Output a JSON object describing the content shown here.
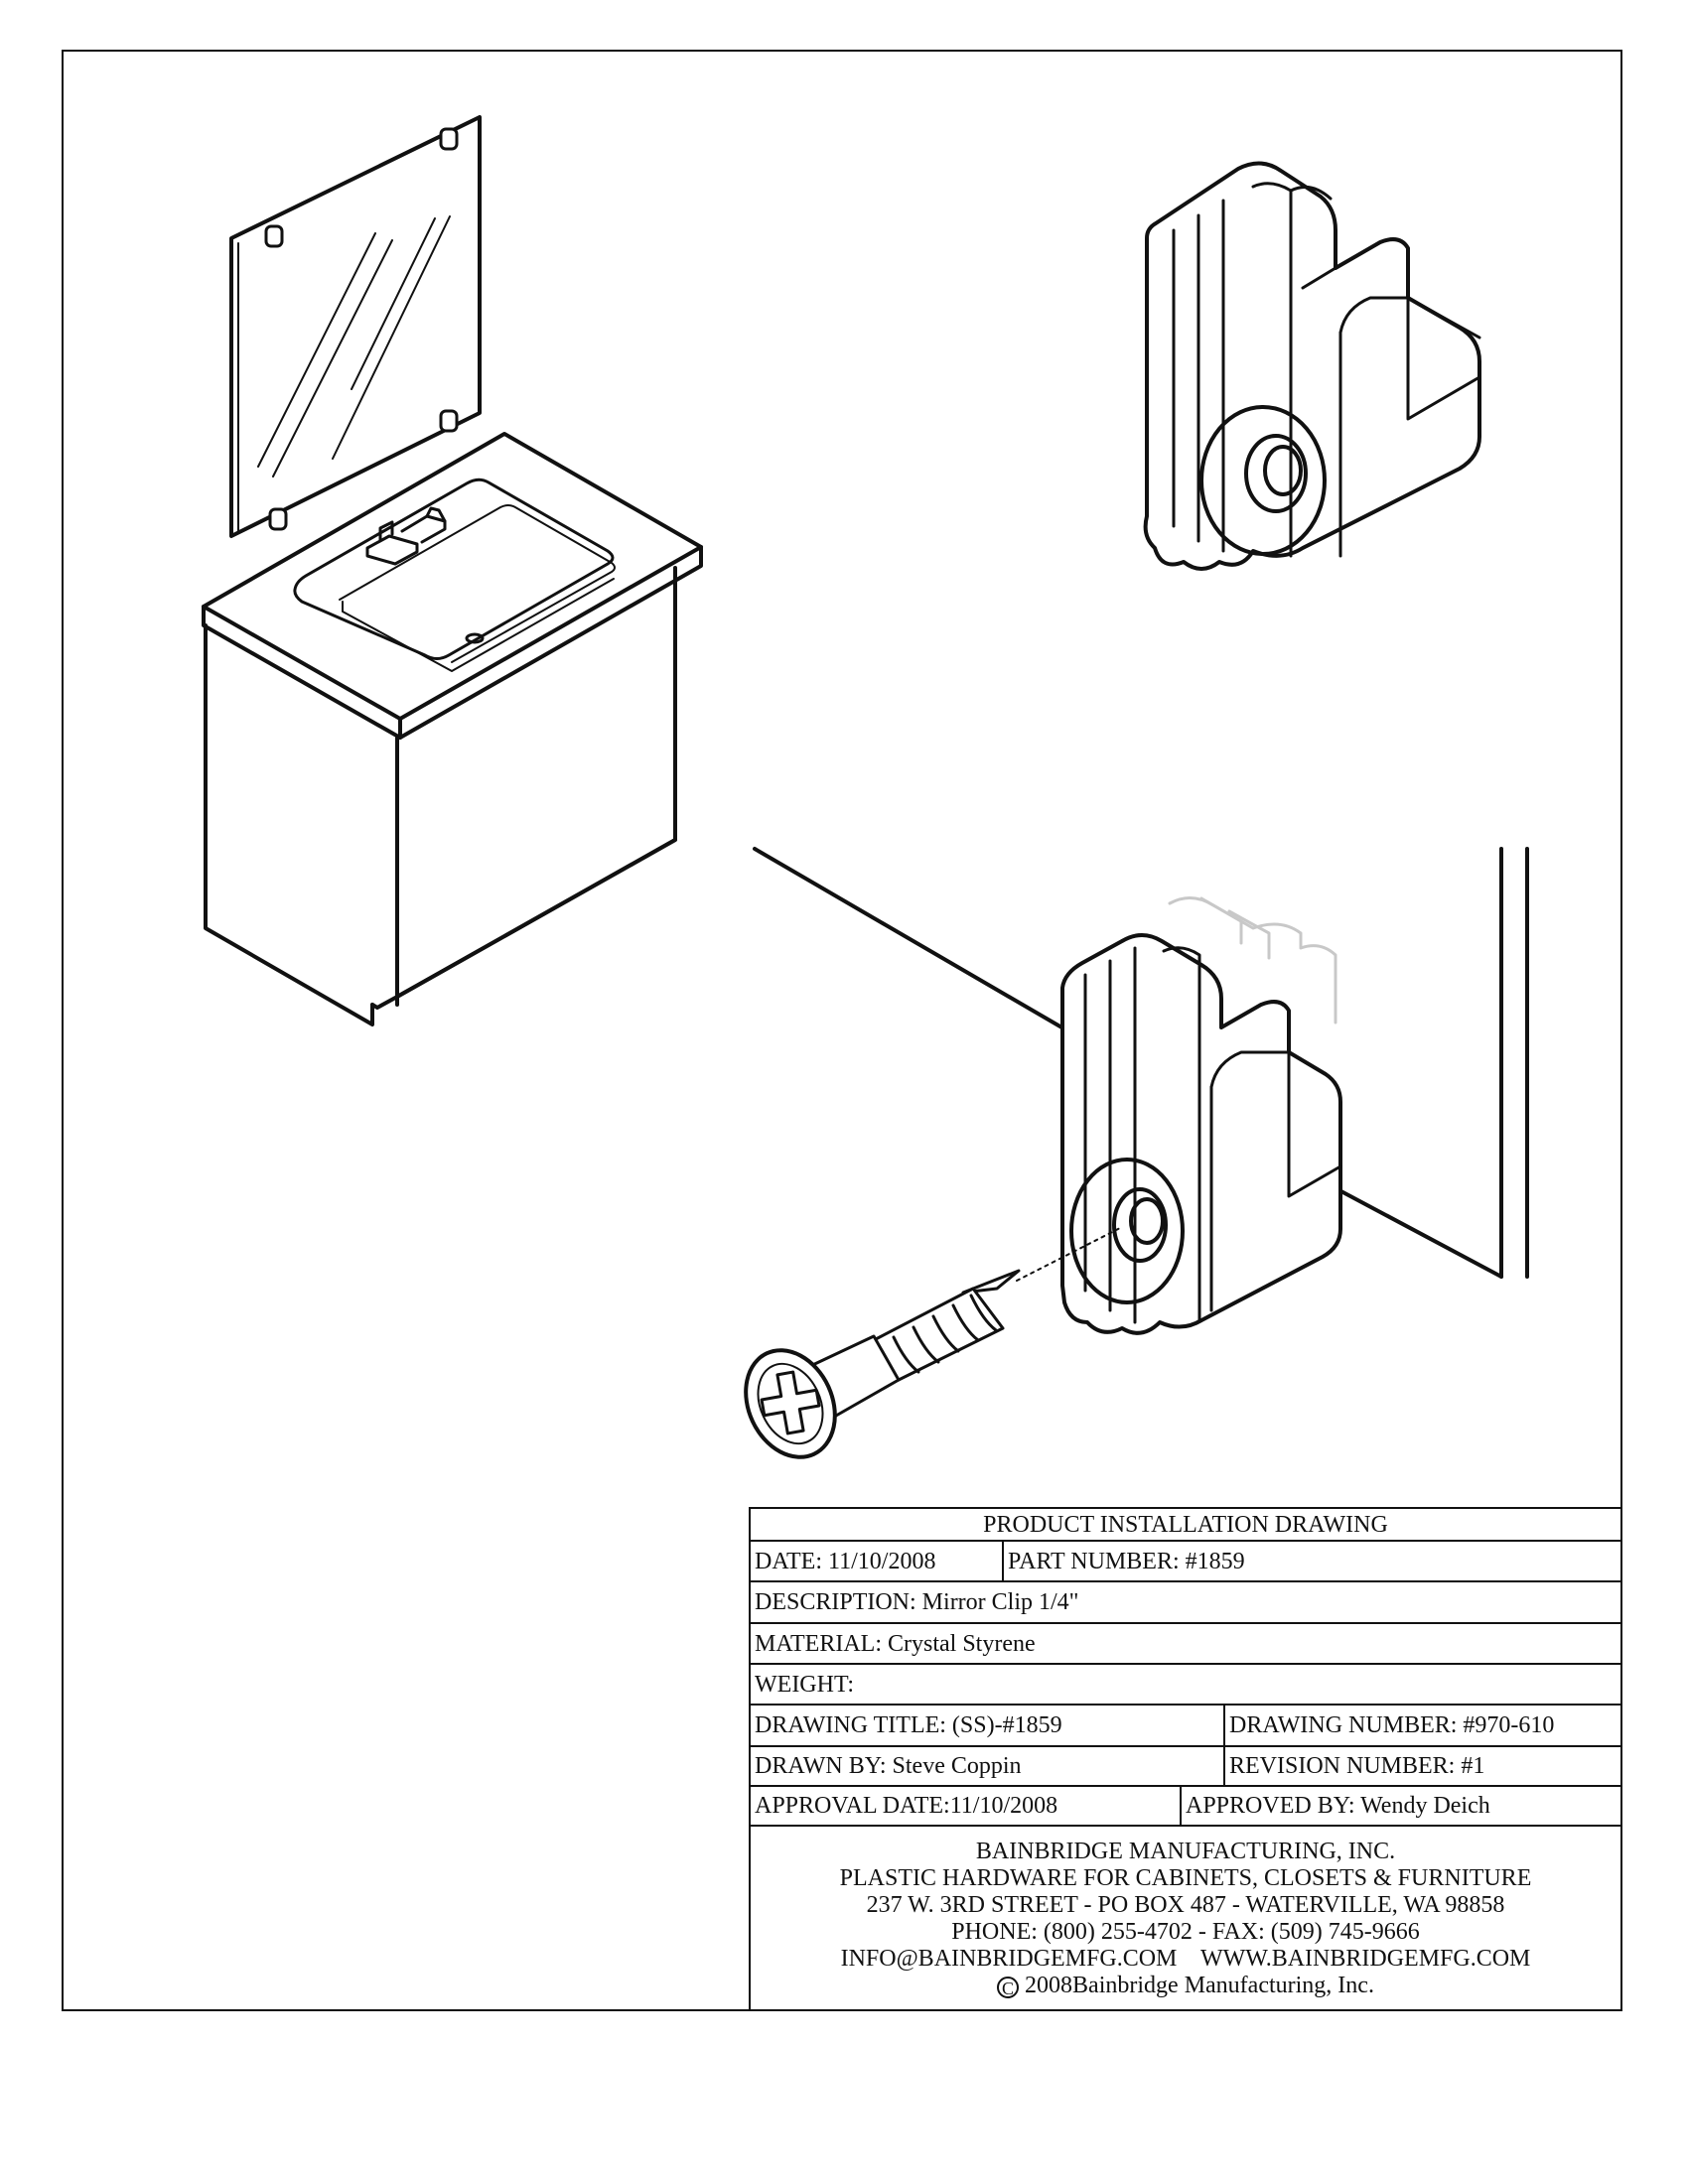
{
  "title_block": {
    "header": "PRODUCT INSTALLATION DRAWING",
    "date": "DATE: 11/10/2008",
    "part_number": "PART NUMBER: #1859",
    "description": "DESCRIPTION: Mirror Clip 1/4\"",
    "material": "MATERIAL: Crystal Styrene",
    "weight": "WEIGHT:",
    "drawing_title": "DRAWING TITLE: (SS)-#1859",
    "drawing_number": "DRAWING NUMBER: #970-610",
    "drawn_by": "DRAWN BY: Steve Coppin",
    "revision_number": "REVISION NUMBER: #1",
    "approval_date": "APPROVAL DATE:11/10/2008",
    "approved_by": "APPROVED BY: Wendy Deich"
  },
  "company": {
    "name": "BAINBRIDGE MANUFACTURING, INC.",
    "tagline": "PLASTIC HARDWARE FOR CABINETS, CLOSETS & FURNITURE",
    "address": "237 W. 3RD STREET - PO BOX 487 - WATERVILLE, WA 98858",
    "phone": "PHONE: (800) 255-4702 - FAX: (509) 745-9666",
    "contact": "INFO@BAINBRIDGEMFG.COM    WWW.BAINBRIDGEMFG.COM",
    "copyright_symbol": "C",
    "copyright": "2008Bainbridge Manufacturing, Inc."
  },
  "colors": {
    "line": "#111111",
    "paper": "#ffffff",
    "ghost": "#c8c8c8"
  }
}
